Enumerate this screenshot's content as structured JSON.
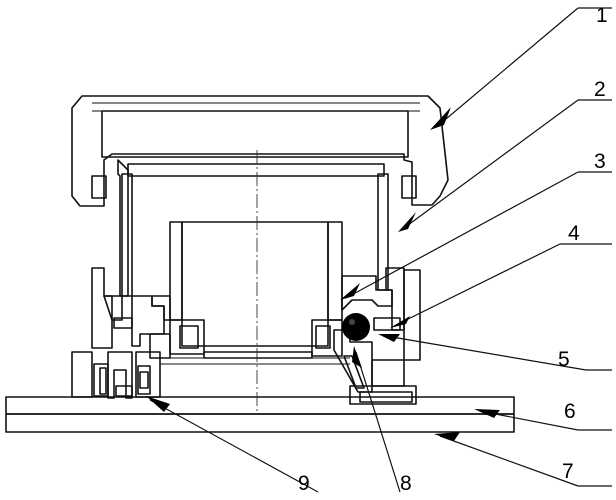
{
  "figure": {
    "callouts": [
      {
        "id": "1",
        "text": "1"
      },
      {
        "id": "2",
        "text": "2"
      },
      {
        "id": "3",
        "text": "3"
      },
      {
        "id": "4",
        "text": "4"
      },
      {
        "id": "5",
        "text": "5"
      },
      {
        "id": "6",
        "text": "6"
      },
      {
        "id": "7",
        "text": "7"
      },
      {
        "id": "8",
        "text": "8"
      },
      {
        "id": "9",
        "text": "9"
      }
    ]
  }
}
